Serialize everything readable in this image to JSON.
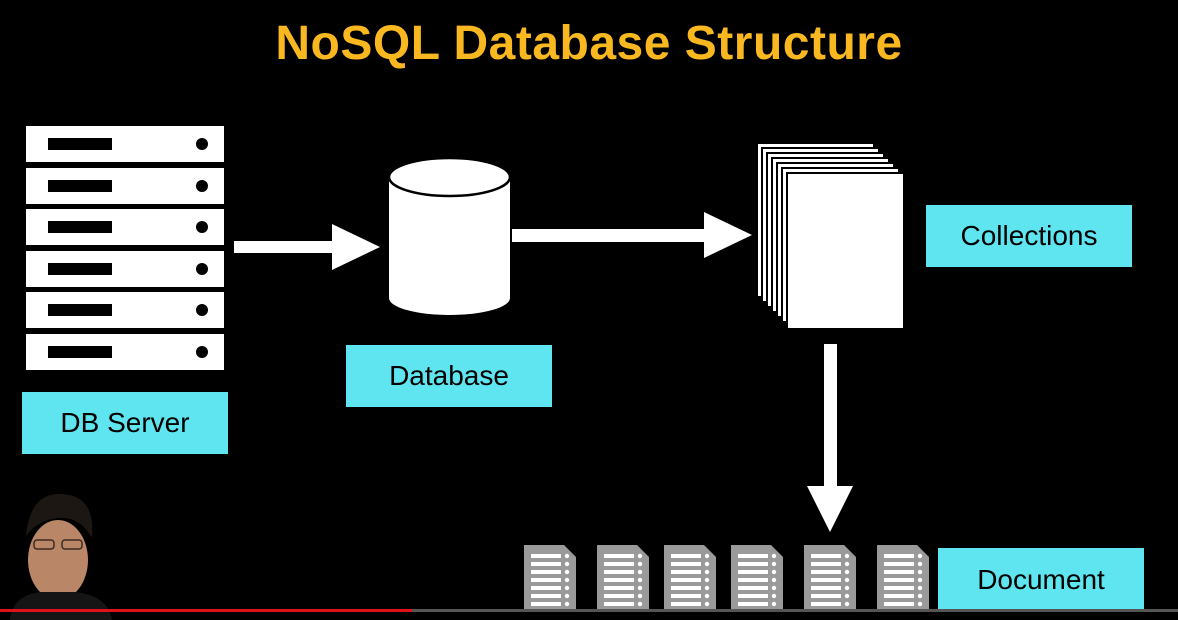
{
  "title": "NoSQL Database Structure",
  "labels": {
    "db_server": "DB Server",
    "database": "Database",
    "collections": "Collections",
    "document": "Document"
  },
  "server_units": 6,
  "document_count": 6,
  "colors": {
    "background": "#000000",
    "title": "#f9b820",
    "label_bg": "#5fe5ef",
    "shapes": "#ffffff",
    "document_icon": "#9a9a9a",
    "progress_fill": "#e0111b"
  },
  "progress": 0.35
}
